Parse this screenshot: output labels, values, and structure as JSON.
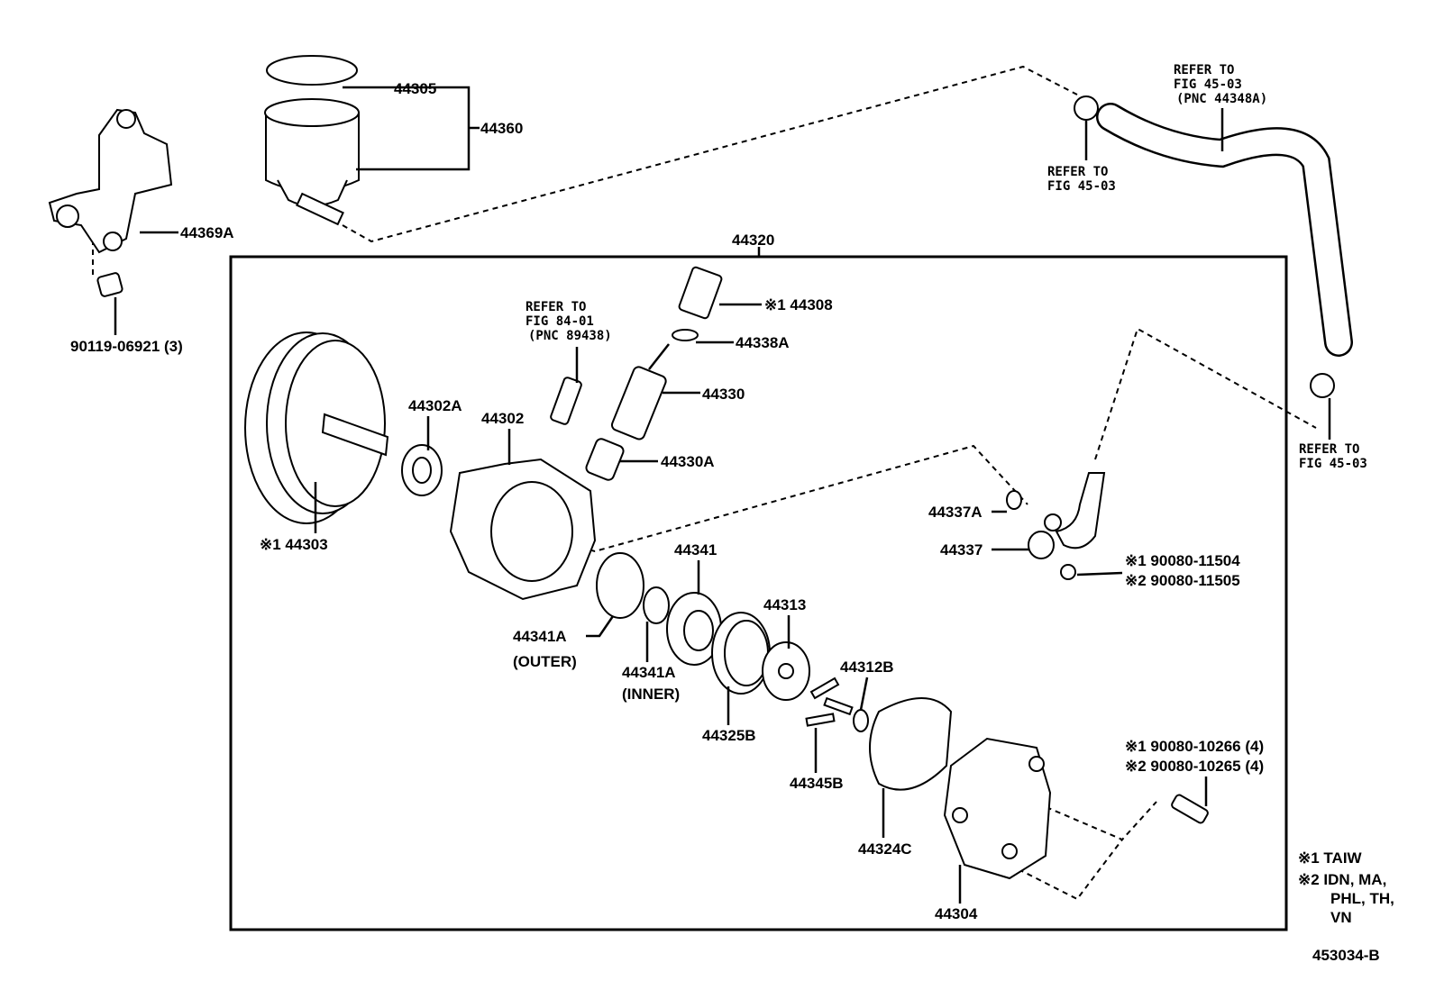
{
  "diagram": {
    "figure_id": "453034-B",
    "group_label": "44320",
    "labels": {
      "p44305": "44305",
      "p44360": "44360",
      "p44369A": "44369A",
      "p90119": "90119-06921 (3)",
      "p44308": "※1 44308",
      "p44338A": "44338A",
      "p44330": "44330",
      "p44302A": "44302A",
      "p44302": "44302",
      "p44330A": "44330A",
      "p44303": "※1 44303",
      "p44341": "44341",
      "p44313": "44313",
      "p44337A": "44337A",
      "p44337": "44337",
      "p11504": "※1 90080-11504",
      "p11505": "※2 90080-11505",
      "p44341A_outer": "44341A",
      "outer": "(OUTER)",
      "p44341A_inner": "44341A",
      "inner": "(INNER)",
      "p44312B": "44312B",
      "p44325B": "44325B",
      "p44345B": "44345B",
      "p10266": "※1 90080-10266 (4)",
      "p10265": "※2 90080-10265 (4)",
      "p44324C": "44324C",
      "p44304": "44304"
    },
    "references": {
      "hose": [
        "REFER TO",
        "FIG 45-03",
        "(PNC 44348A)"
      ],
      "clamp_top": [
        "REFER TO",
        "FIG 45-03"
      ],
      "clamp_right": [
        "REFER TO",
        "FIG 45-03"
      ],
      "sensor": [
        "REFER TO",
        "FIG 84-01",
        "(PNC 89438)"
      ]
    },
    "notes": [
      "※1 TAIW",
      "※2 IDN, MA,",
      "PHL, TH,",
      "VN"
    ]
  }
}
